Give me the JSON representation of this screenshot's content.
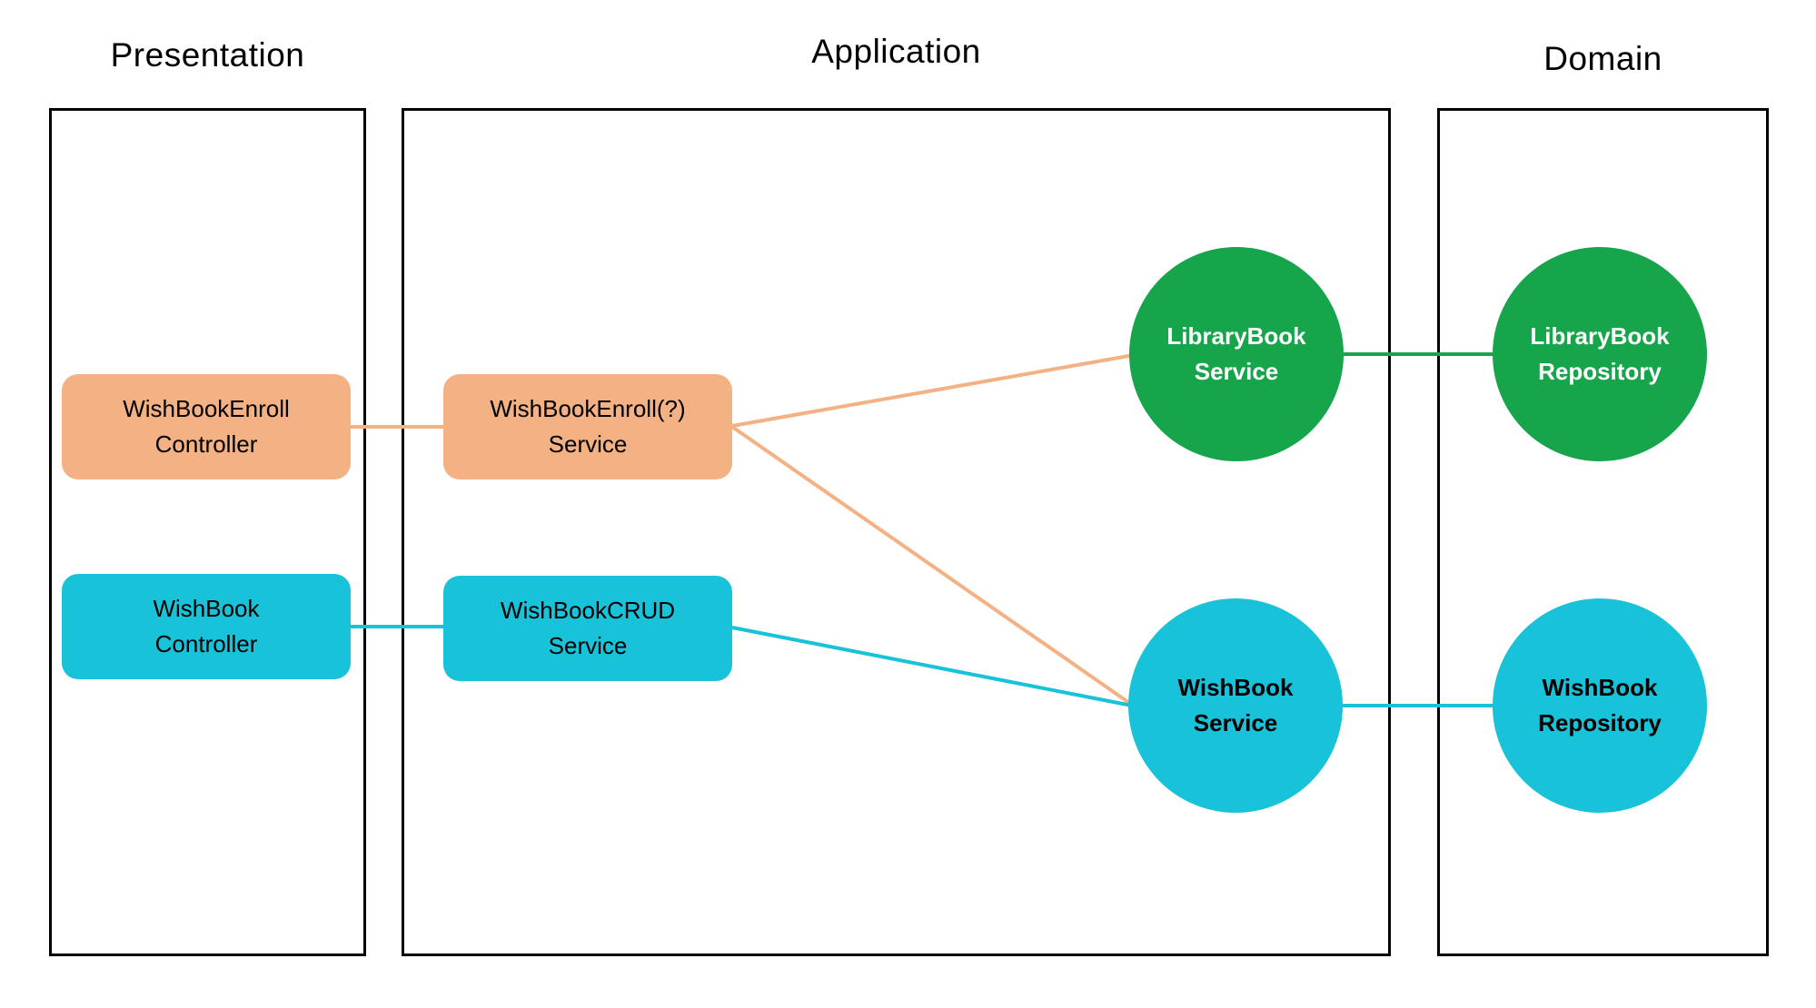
{
  "colors": {
    "orange": "#F4B183",
    "cyan": "#18C2D8",
    "green": "#17A54C",
    "border": "#000000",
    "bg": "#ffffff"
  },
  "columns": {
    "presentation": {
      "title": "Presentation"
    },
    "application": {
      "title": "Application"
    },
    "domain": {
      "title": "Domain"
    }
  },
  "nodes": {
    "wishbookenroll_controller": {
      "line1": "WishBookEnroll",
      "line2": "Controller",
      "color": "orange",
      "shape": "rounded-rect",
      "layer": "presentation"
    },
    "wishbook_controller": {
      "line1": "WishBook",
      "line2": "Controller",
      "color": "cyan",
      "shape": "rounded-rect",
      "layer": "presentation"
    },
    "wishbookenroll_service": {
      "line1": "WishBookEnroll(?)",
      "line2": "Service",
      "color": "orange",
      "shape": "rounded-rect",
      "layer": "application"
    },
    "wishbookcrud_service": {
      "line1": "WishBookCRUD",
      "line2": "Service",
      "color": "cyan",
      "shape": "rounded-rect",
      "layer": "application"
    },
    "librarybook_service": {
      "line1": "LibraryBook",
      "line2": "Service",
      "color": "green",
      "shape": "circle",
      "layer": "application"
    },
    "wishbook_service": {
      "line1": "WishBook",
      "line2": "Service",
      "color": "cyan",
      "shape": "circle",
      "layer": "application"
    },
    "librarybook_repository": {
      "line1": "LibraryBook",
      "line2": "Repository",
      "color": "green",
      "shape": "circle",
      "layer": "domain"
    },
    "wishbook_repository": {
      "line1": "WishBook",
      "line2": "Repository",
      "color": "cyan",
      "shape": "circle",
      "layer": "domain"
    }
  },
  "edges": [
    {
      "from": "WishBookEnroll Controller",
      "to": "WishBookEnroll(?) Service",
      "color": "orange"
    },
    {
      "from": "WishBook Controller",
      "to": "WishBookCRUD Service",
      "color": "cyan"
    },
    {
      "from": "WishBookEnroll(?) Service",
      "to": "LibraryBook Service",
      "color": "orange"
    },
    {
      "from": "WishBookEnroll(?) Service",
      "to": "WishBook Service",
      "color": "orange"
    },
    {
      "from": "WishBookCRUD Service",
      "to": "WishBook Service",
      "color": "cyan"
    },
    {
      "from": "LibraryBook Service",
      "to": "LibraryBook Repository",
      "color": "green"
    },
    {
      "from": "WishBook Service",
      "to": "WishBook Repository",
      "color": "cyan"
    }
  ]
}
